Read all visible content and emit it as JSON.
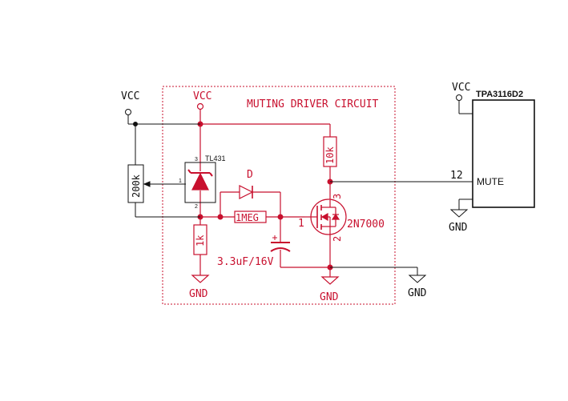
{
  "colors": {
    "circuit": "#c8102e",
    "black": "#111111",
    "background": "#ffffff"
  },
  "title": "MUTING DRIVER CIRCUIT",
  "labels": {
    "vcc_left": "VCC",
    "vcc_inner": "VCC",
    "vcc_right": "VCC",
    "gnd_1k": "GND",
    "gnd_mosfet": "GND",
    "gnd_outer": "GND",
    "gnd_amp": "GND"
  },
  "components": {
    "pot": {
      "value": "200k"
    },
    "tl431": {
      "name": "TL431",
      "pin_cathode": "3",
      "pin_ref": "1",
      "pin_anode": "2"
    },
    "diode": {
      "name": "D"
    },
    "r_1meg": {
      "value": "1MEG"
    },
    "r_1k": {
      "value": "1k"
    },
    "r_10k": {
      "value": "10k"
    },
    "capacitor": {
      "value": "3.3uF/16V",
      "polarity": "+"
    },
    "mosfet": {
      "name": "2N7000",
      "pin_gate": "1",
      "pin_drain": "3",
      "pin_source": "2"
    },
    "amplifier": {
      "name": "TPA3116D2",
      "pin_number": "12",
      "pin_name": "MUTE"
    }
  }
}
